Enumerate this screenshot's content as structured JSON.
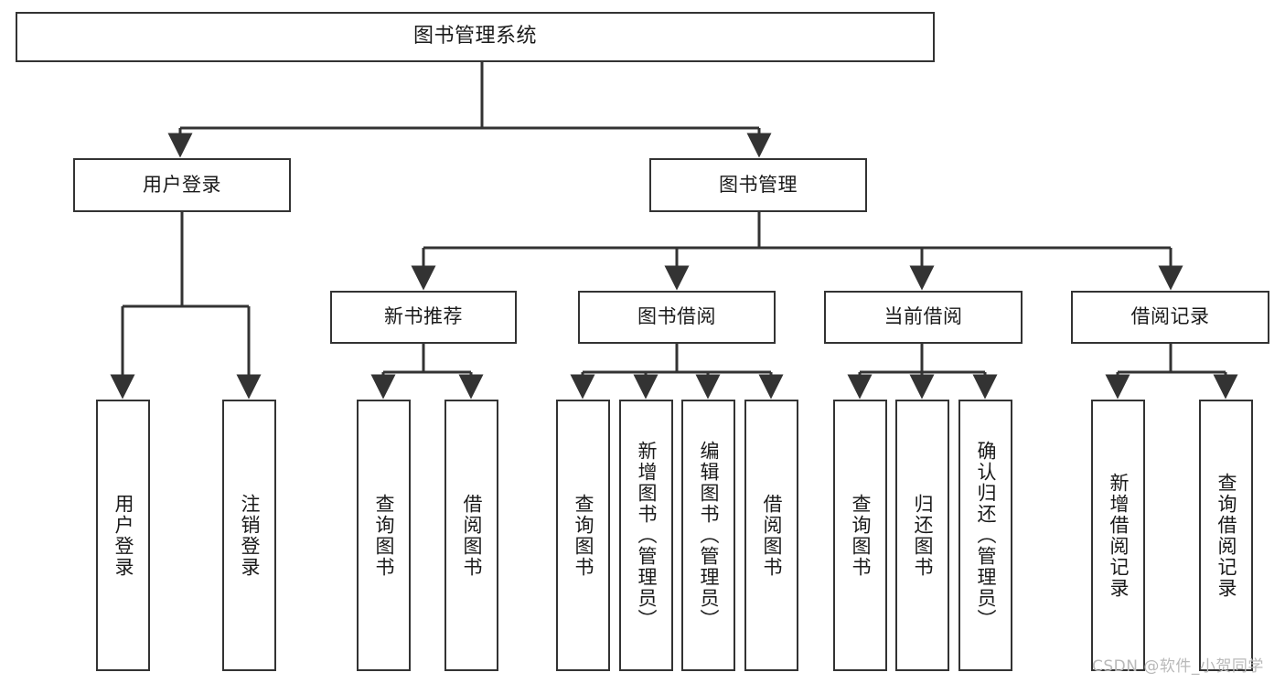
{
  "diagram": {
    "title": "图书管理系统",
    "type": "tree-hierarchy-chart",
    "watermark": "CSDN @软件_小贺同学",
    "colors": {
      "box_border": "#333333",
      "box_fill": "#ffffff",
      "edge": "#333333",
      "text": "#1a1a1a",
      "watermark": "#b9b9b9",
      "background": "#ffffff"
    },
    "nodes": {
      "root": {
        "label": "图书管理系统",
        "level": 1,
        "orientation": "horizontal"
      },
      "l2": [
        {
          "id": "user-login",
          "label": "用户登录",
          "level": 2,
          "orientation": "horizontal"
        },
        {
          "id": "book-manage",
          "label": "图书管理",
          "level": 2,
          "orientation": "horizontal"
        }
      ],
      "l3": [
        {
          "id": "new-book-rec",
          "label": "新书推荐",
          "level": 3,
          "orientation": "horizontal",
          "parent": "book-manage"
        },
        {
          "id": "book-borrow",
          "label": "图书借阅",
          "level": 3,
          "orientation": "horizontal",
          "parent": "book-manage"
        },
        {
          "id": "current-borrow",
          "label": "当前借阅",
          "level": 3,
          "orientation": "horizontal",
          "parent": "book-manage"
        },
        {
          "id": "borrow-record",
          "label": "借阅记录",
          "level": 3,
          "orientation": "horizontal",
          "parent": "book-manage"
        }
      ],
      "leaves": [
        {
          "id": "leaf-user-login",
          "label": "用户登录",
          "parent": "user-login",
          "orientation": "vertical"
        },
        {
          "id": "leaf-user-logout",
          "label": "注销登录",
          "parent": "user-login",
          "orientation": "vertical"
        },
        {
          "id": "leaf-query-book-1",
          "label": "查询图书",
          "parent": "new-book-rec",
          "orientation": "vertical"
        },
        {
          "id": "leaf-borrow-book-1",
          "label": "借阅图书",
          "parent": "new-book-rec",
          "orientation": "vertical"
        },
        {
          "id": "leaf-query-book-2",
          "label": "查询图书",
          "parent": "book-borrow",
          "orientation": "vertical"
        },
        {
          "id": "leaf-add-book",
          "label": "新增图书（管理员）",
          "parent": "book-borrow",
          "orientation": "vertical"
        },
        {
          "id": "leaf-edit-book",
          "label": "编辑图书（管理员）",
          "parent": "book-borrow",
          "orientation": "vertical"
        },
        {
          "id": "leaf-borrow-book-2",
          "label": "借阅图书",
          "parent": "book-borrow",
          "orientation": "vertical"
        },
        {
          "id": "leaf-query-book-3",
          "label": "查询图书",
          "parent": "current-borrow",
          "orientation": "vertical"
        },
        {
          "id": "leaf-return-book",
          "label": "归还图书",
          "parent": "current-borrow",
          "orientation": "vertical"
        },
        {
          "id": "leaf-confirm-return",
          "label": "确认归还（管理员）",
          "parent": "current-borrow",
          "orientation": "vertical"
        },
        {
          "id": "leaf-add-record",
          "label": "新增借阅记录",
          "parent": "borrow-record",
          "orientation": "vertical"
        },
        {
          "id": "leaf-query-record",
          "label": "查询借阅记录",
          "parent": "borrow-record",
          "orientation": "vertical"
        }
      ]
    }
  }
}
